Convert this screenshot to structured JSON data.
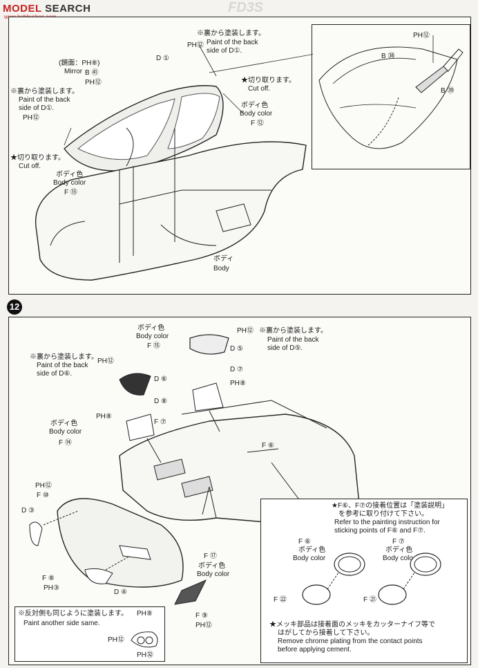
{
  "header": {
    "logo_prefix": "MODEL",
    "logo_suffix": "SEARCH",
    "subtitle": "www.hobbyshop.com",
    "model_title": "FD3S"
  },
  "step11": {
    "labels": {
      "paint_back_d1_jp": "※裏から塗装します。",
      "paint_back_d1_en1": "Paint of the back",
      "paint_back_d1_en2": "side of D①.",
      "mirror_jp": "(鏡面：PH⑧)",
      "mirror_en": "Mirror",
      "b41": "B ㊶",
      "ph12": "PH⑫",
      "d1": "D ①",
      "cut_jp": "★切り取ります。",
      "cut_en": "Cut off.",
      "left_paint_jp": "※裏から塗装します。",
      "left_paint_en1": "Paint of the back",
      "left_paint_en2": "side of D①.",
      "left_ph12": "PH⑫",
      "left_cut_jp": "★切り取ります。",
      "left_cut_en": "Cut off.",
      "body_color_jp": "ボディ色",
      "body_color_en": "Body color",
      "f12": "F ⑫",
      "f13_body_jp": "ボディ色",
      "f13_body_en": "Body color",
      "f13": "F ⑬",
      "body_jp": "ボディ",
      "body_en": "Body",
      "inset_ph12": "PH⑫",
      "inset_b38": "B ㊳",
      "inset_b39": "B ㊴"
    }
  },
  "step12": {
    "number": "12",
    "labels": {
      "ph12_top": "PH⑫",
      "body_color_jp": "ボディ色",
      "body_color_en": "Body color",
      "f15": "F ⑮",
      "paint_d5_jp": "※裏から塗装します。",
      "paint_d5_en1": "Paint of the back",
      "paint_d5_en2": "side of D⑤.",
      "d5": "D ⑤",
      "d7": "D ⑦",
      "ph8_right": "PH⑧",
      "paint_d6_jp": "※裏から塗装します。",
      "paint_d6_en1": "Paint of the back",
      "paint_d6_en2": "side of D⑥.",
      "ph12_left": "PH⑫",
      "d6": "D ⑥",
      "d8": "D ⑧",
      "ph8_left": "PH⑧",
      "f7": "F ⑦",
      "f14_body_jp": "ボディ色",
      "f14_body_en": "Body color",
      "f14": "F ⑭",
      "f6": "F ⑥",
      "ph12_f10": "PH⑫",
      "f10": "F ⑩",
      "d3": "D ③",
      "f8": "F ⑧",
      "ph3": "PH③",
      "d4": "D ④",
      "f17": "F ⑰",
      "f17_body_jp": "ボディ色",
      "f17_body_en": "Body color",
      "f9": "F ⑨",
      "ph12_f9": "PH⑫"
    },
    "note_box": {
      "line1_jp": "★F⑥、F⑦の接着位置は「塗装説明」",
      "line2_jp": "を参考に取り付けて下さい。",
      "line3_en": "Refer to the painting instruction for",
      "line4_en": "sticking points of F⑥ and F⑦.",
      "f6": "F ⑥",
      "f6_body_jp": "ボディ色",
      "f6_body_en": "Body color",
      "f7": "F ⑦",
      "f7_body_jp": "ボディ色",
      "f7_body_en": "Body colo",
      "f22": "F ㉒",
      "f21": "F ㉑",
      "chrome_jp1": "★メッキ部品は接着面のメッキをカッターナイフ等で",
      "chrome_jp2": "はがしてから接着して下さい。",
      "chrome_en1": "Remove chrome plating from the contact points",
      "chrome_en2": "before applying cement."
    },
    "bottom_note": {
      "line_jp": "※反対側も同じように塗装します。",
      "ph8": "PH⑧",
      "line_en": "Paint another side same.",
      "ph12": "PH⑫",
      "ph32": "PH㉜"
    }
  }
}
